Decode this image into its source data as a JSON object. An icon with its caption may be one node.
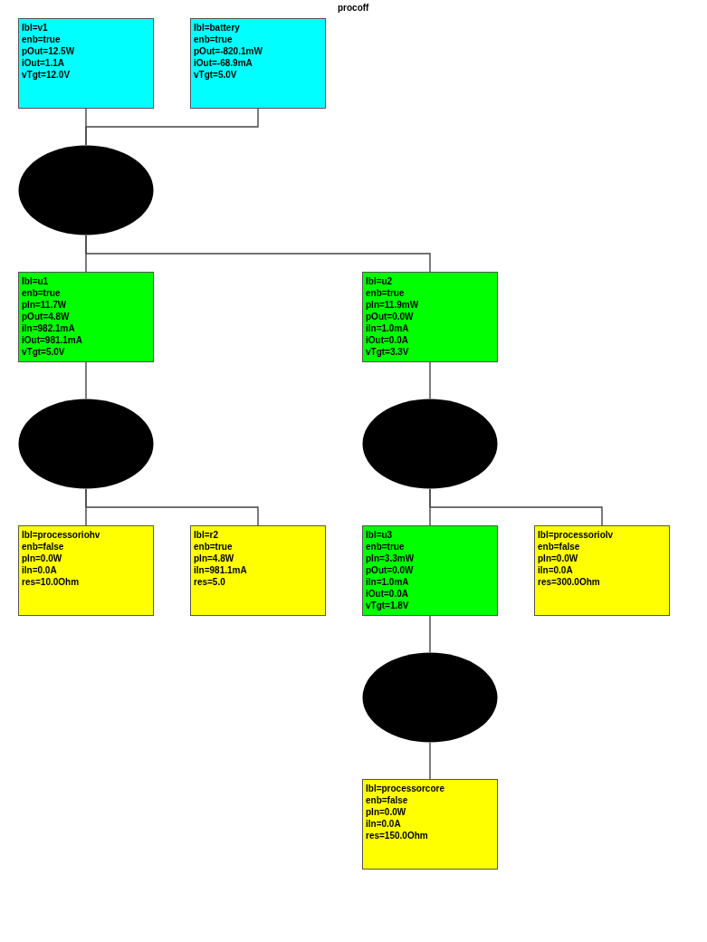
{
  "diagram": {
    "title": "procoff",
    "nodes": [
      {
        "text": [
          "lbl=v1",
          "enb=true",
          "pOut=12.5W",
          "iOut=1.1A",
          "vTgt=12.0V"
        ]
      },
      {
        "text": [
          "lbl=battery",
          "enb=true",
          "pOut=-820.1mW",
          "iOut=-68.9mA",
          "vTgt=5.0V"
        ]
      },
      {
        "text": [],
        "shape": "circle"
      },
      {
        "text": [
          "lbl=u1",
          "enb=true",
          "pIn=11.7W",
          "pOut=4.8W",
          "iIn=982.1mA",
          "iOut=981.1mA",
          "vTgt=5.0V"
        ]
      },
      {
        "text": [
          "lbl=u2",
          "enb=true",
          "pIn=11.9mW",
          "pOut=0.0W",
          "iIn=1.0mA",
          "iOut=0.0A",
          "vTgt=3.3V"
        ]
      },
      {
        "text": [],
        "shape": "circle"
      },
      {
        "text": [],
        "shape": "circle"
      },
      {
        "text": [
          "lbl=processoriohv",
          "enb=false",
          "pIn=0.0W",
          "iIn=0.0A",
          "res=10.0Ohm"
        ]
      },
      {
        "text": [
          "lbl=r2",
          "enb=true",
          "pIn=4.8W",
          "iIn=981.1mA",
          "res=5.0"
        ]
      },
      {
        "text": [
          "lbl=u3",
          "enb=true",
          "pIn=3.3mW",
          "pOut=0.0W",
          "iIn=1.0mA",
          "iOut=0.0A",
          "vTgt=1.8V"
        ]
      },
      {
        "text": [
          "lbl=processoriolv",
          "enb=false",
          "pIn=0.0W",
          "iIn=0.0A",
          "res=300.0Ohm"
        ]
      },
      {
        "text": [],
        "shape": "circle"
      },
      {
        "text": [
          "lbl=processorcore",
          "enb=false",
          "pIn=0.0W",
          "iIn=0.0A",
          "res=150.0Ohm"
        ]
      }
    ],
    "edges": [
      {
        "from": 0,
        "to": 2,
        "arrow": "none"
      },
      {
        "from": 1,
        "to": 2,
        "arrow": "none"
      },
      {
        "from": 2,
        "to": 3,
        "arrow": "none"
      },
      {
        "from": 2,
        "to": 4,
        "arrow": "none"
      },
      {
        "from": 3,
        "to": 5,
        "arrow": "none"
      },
      {
        "from": 4,
        "to": 6,
        "arrow": "none"
      },
      {
        "from": 5,
        "to": 7,
        "arrow": "none"
      },
      {
        "from": 5,
        "to": 8,
        "arrow": "none"
      },
      {
        "from": 6,
        "to": 9,
        "arrow": "none"
      },
      {
        "from": 6,
        "to": 10,
        "arrow": "none"
      },
      {
        "from": 9,
        "to": 11,
        "arrow": "none"
      },
      {
        "from": 11,
        "to": 12,
        "arrow": "none"
      }
    ]
  }
}
